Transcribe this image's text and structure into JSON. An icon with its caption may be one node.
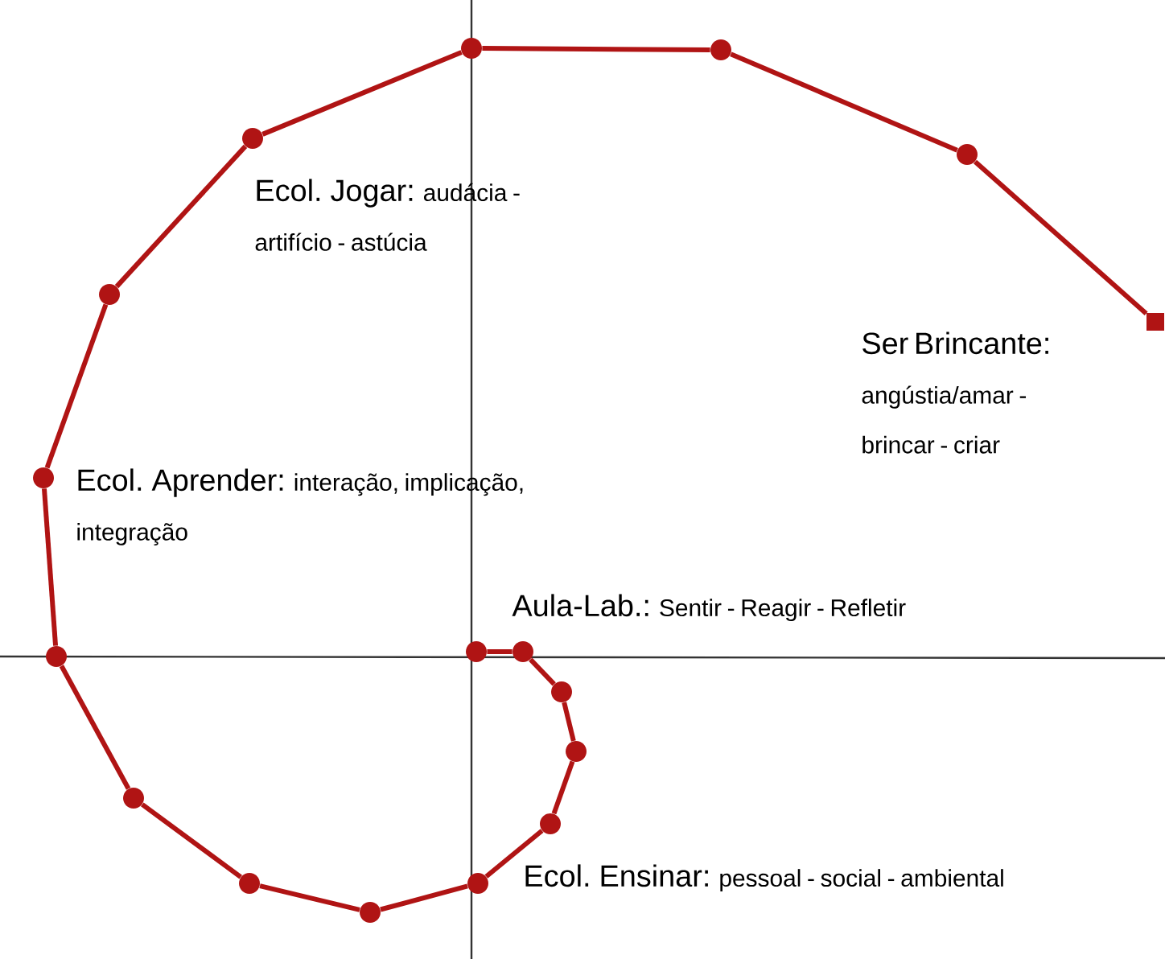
{
  "diagram": {
    "nodes": [
      {
        "text": [],
        "shape": "circle"
      },
      {
        "text": [],
        "shape": "circle"
      },
      {
        "text": [],
        "shape": "circle"
      },
      {
        "text": [],
        "shape": "circle"
      },
      {
        "text": [],
        "shape": "circle"
      },
      {
        "text": [],
        "shape": "circle"
      },
      {
        "text": [],
        "shape": "circle"
      },
      {
        "text": [],
        "shape": "circle"
      },
      {
        "text": [],
        "shape": "circle"
      },
      {
        "text": [],
        "shape": "circle"
      },
      {
        "text": [],
        "shape": "circle"
      },
      {
        "text": [],
        "shape": "circle"
      },
      {
        "text": [],
        "shape": "circle"
      },
      {
        "text": [],
        "shape": "circle"
      },
      {
        "text": [],
        "shape": "circle"
      },
      {
        "text": [],
        "shape": "circle"
      },
      {
        "text": [],
        "shape": "box"
      }
    ],
    "edges": [
      {
        "from": 0,
        "to": 1,
        "arrow": "none"
      },
      {
        "from": 1,
        "to": 2,
        "arrow": "none"
      },
      {
        "from": 2,
        "to": 3,
        "arrow": "none"
      },
      {
        "from": 3,
        "to": 4,
        "arrow": "none"
      },
      {
        "from": 4,
        "to": 5,
        "arrow": "none"
      },
      {
        "from": 5,
        "to": 6,
        "arrow": "none"
      },
      {
        "from": 6,
        "to": 7,
        "arrow": "none"
      },
      {
        "from": 7,
        "to": 8,
        "arrow": "none"
      },
      {
        "from": 8,
        "to": 9,
        "arrow": "none"
      },
      {
        "from": 9,
        "to": 10,
        "arrow": "none"
      },
      {
        "from": 10,
        "to": 11,
        "arrow": "none"
      },
      {
        "from": 11,
        "to": 12,
        "arrow": "none"
      },
      {
        "from": 12,
        "to": 13,
        "arrow": "none"
      },
      {
        "from": 13,
        "to": 14,
        "arrow": "none"
      },
      {
        "from": 14,
        "to": 15,
        "arrow": "none"
      },
      {
        "from": 15,
        "to": 16,
        "arrow": "none"
      }
    ],
    "labels": [
      "Ecol. Jogar:",
      "audácia - artifício - astúcia",
      "Ser Brincante:",
      "angústia/amar - brincar - criar",
      "Ecol. Aprender:",
      "interação, implicação, integração",
      "Aula-Lab.:",
      "Sentir - Reagir - Refletir",
      "Ecol. Ensinar:",
      "pessoal - social - ambiental"
    ]
  }
}
